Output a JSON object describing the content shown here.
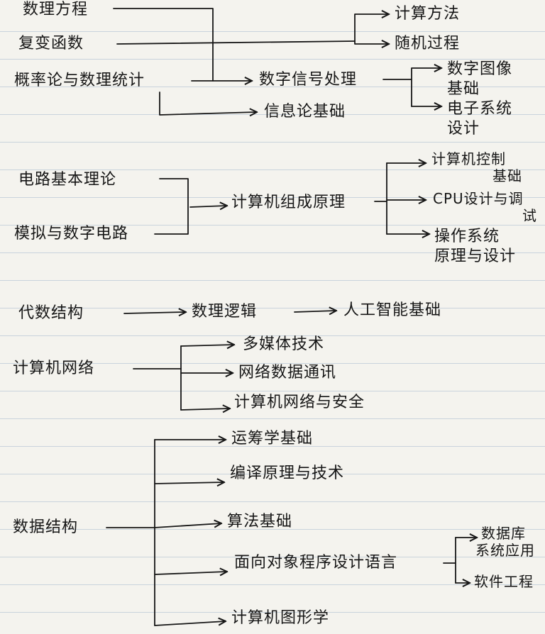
{
  "nodes": {
    "shuli_fangcheng": "数理方程",
    "fubian_hanshu": "复变函数",
    "gailv": "概率论与数理统计",
    "jisuan_fangfa": "计算方法",
    "suiji_guocheng": "随机过程",
    "shuzi_xinhao": "数字信号处理",
    "xinxilun": "信息论基础",
    "shuzi_tuxiang": [
      "数字图像",
      "基础"
    ],
    "dianzi_xitong": [
      "电子系统",
      "设计"
    ],
    "dianlu": "电路基本理论",
    "moni_shuzi": "模拟与数字电路",
    "jisuanji_zucheng": "计算机组成原理",
    "kongzhi": [
      "计算机控制",
      "基础"
    ],
    "cpu": [
      "CPU设计与调",
      "试"
    ],
    "caozuo_xitong": [
      "操作系统",
      "原理与设计"
    ],
    "daishu": "代数结构",
    "shuli_luoji": "数理逻辑",
    "rengong_zhineng": "人工智能基础",
    "jisuanji_wangluo": "计算机网络",
    "duomeiti": "多媒体技术",
    "wangluo_tongxun": "网络数据通讯",
    "wangluo_anquan": "计算机网络与安全",
    "yunchouxue": "运筹学基础",
    "bianyi": "编译原理与技术",
    "shuju_jiegou": "数据结构",
    "suanfa": "算法基础",
    "mianxiang_duixiang": "面向对象程序设计语言",
    "shujuku": [
      "数据库",
      "系统应用"
    ],
    "ruanjian_gongcheng": "软件工程",
    "tuxingxue": "计算机图形学"
  },
  "colors": {
    "ink": "#161616",
    "paper": "#f4f3ee",
    "rule": "#c9d3dc"
  }
}
